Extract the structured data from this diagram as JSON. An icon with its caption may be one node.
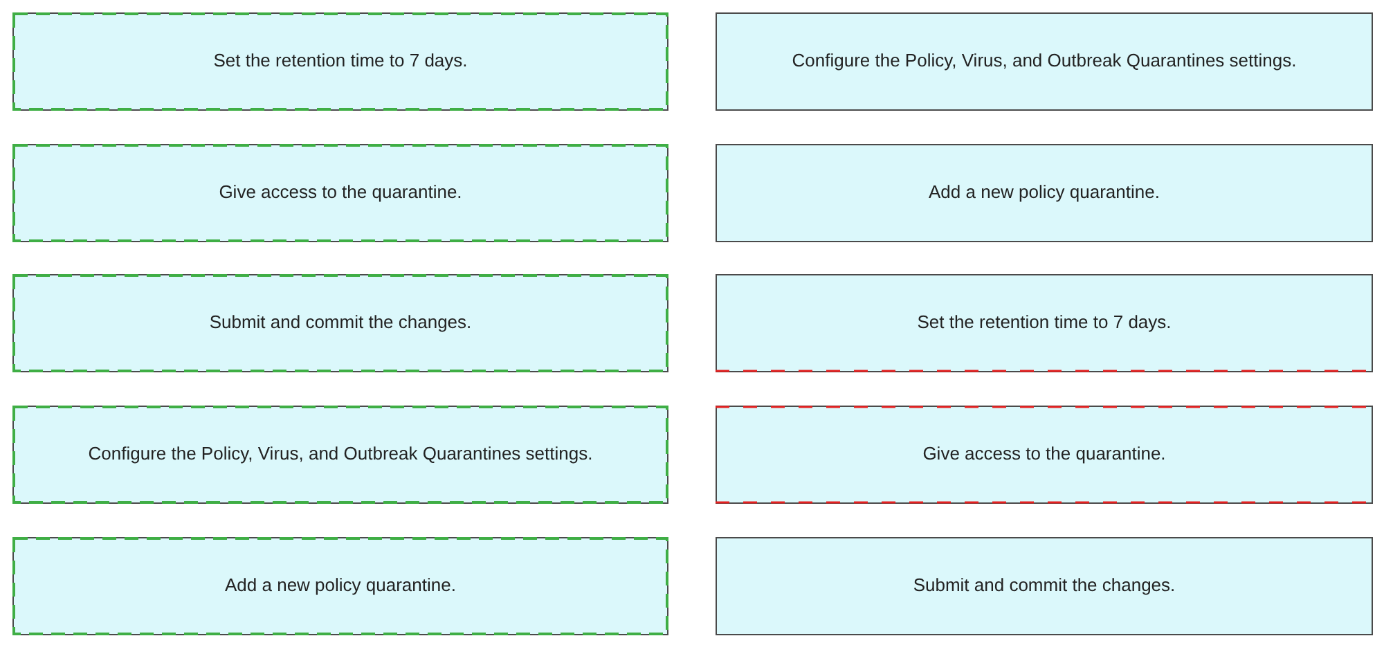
{
  "diagram": {
    "nodes": [
      {
        "text": [
          "Set the retention time to 7 days."
        ]
      },
      {
        "text": [
          "Give access to the quarantine."
        ]
      },
      {
        "text": [
          "Submit and commit the changes."
        ]
      },
      {
        "text": [
          "Configure the Policy, Virus, and Outbreak Quarantines settings."
        ]
      },
      {
        "text": [
          "Add a new policy quarantine."
        ]
      },
      {
        "text": [
          "Configure the Policy, Virus, and Outbreak Quarantines settings."
        ]
      },
      {
        "text": [
          "Add a new policy quarantine."
        ]
      },
      {
        "text": [
          "Set the retention time to 7 days."
        ]
      },
      {
        "text": [
          "Give access to the quarantine."
        ]
      },
      {
        "text": [
          "Submit and commit the changes."
        ]
      }
    ]
  }
}
